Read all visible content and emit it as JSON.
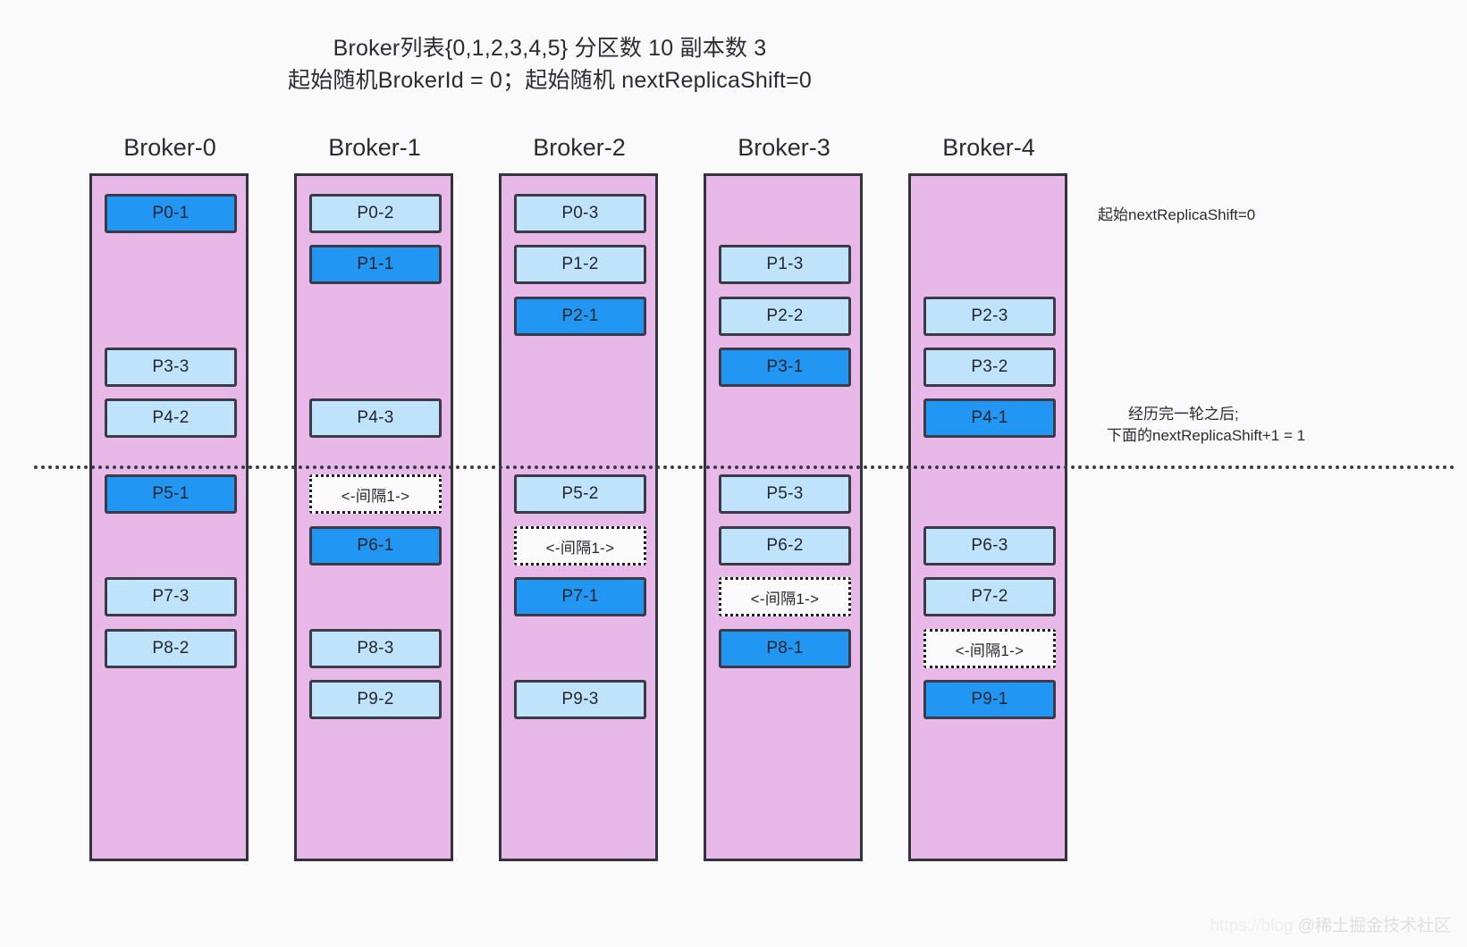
{
  "title": {
    "line1": "Broker列表{0,1,2,3,4,5} 分区数 10 副本数 3",
    "line2": "起始随机BrokerId = 0；起始随机 nextReplicaShift=0"
  },
  "layout": {
    "row_count": 10,
    "divider_after_row": 4,
    "column_left": [
      0,
      229,
      458,
      687,
      916
    ],
    "row_top": [
      20,
      77,
      135,
      192,
      249,
      334,
      392,
      449,
      507,
      564
    ]
  },
  "colors": {
    "leader": "#2196f3",
    "follower": "#bfe3fb",
    "gap": "#fbfbfb",
    "column_background": "#e8b9e8",
    "border": "#3b3b47",
    "page_background": "#fafafa"
  },
  "brokers": [
    {
      "label": "Broker-0",
      "boxes": [
        {
          "row": 0,
          "label": "P0-1",
          "kind": "leader"
        },
        {
          "row": 3,
          "label": "P3-3",
          "kind": "follower"
        },
        {
          "row": 4,
          "label": "P4-2",
          "kind": "follower"
        },
        {
          "row": 5,
          "label": "P5-1",
          "kind": "leader"
        },
        {
          "row": 7,
          "label": "P7-3",
          "kind": "follower"
        },
        {
          "row": 8,
          "label": "P8-2",
          "kind": "follower"
        }
      ]
    },
    {
      "label": "Broker-1",
      "boxes": [
        {
          "row": 0,
          "label": "P0-2",
          "kind": "follower"
        },
        {
          "row": 1,
          "label": "P1-1",
          "kind": "leader"
        },
        {
          "row": 4,
          "label": "P4-3",
          "kind": "follower"
        },
        {
          "row": 5,
          "label": "<-间隔1->",
          "kind": "gap"
        },
        {
          "row": 6,
          "label": "P6-1",
          "kind": "leader"
        },
        {
          "row": 8,
          "label": "P8-3",
          "kind": "follower"
        },
        {
          "row": 9,
          "label": "P9-2",
          "kind": "follower"
        }
      ]
    },
    {
      "label": "Broker-2",
      "boxes": [
        {
          "row": 0,
          "label": "P0-3",
          "kind": "follower"
        },
        {
          "row": 1,
          "label": "P1-2",
          "kind": "follower"
        },
        {
          "row": 2,
          "label": "P2-1",
          "kind": "leader"
        },
        {
          "row": 5,
          "label": "P5-2",
          "kind": "follower"
        },
        {
          "row": 6,
          "label": "<-间隔1->",
          "kind": "gap"
        },
        {
          "row": 7,
          "label": "P7-1",
          "kind": "leader"
        },
        {
          "row": 9,
          "label": "P9-3",
          "kind": "follower"
        }
      ]
    },
    {
      "label": "Broker-3",
      "boxes": [
        {
          "row": 1,
          "label": "P1-3",
          "kind": "follower"
        },
        {
          "row": 2,
          "label": "P2-2",
          "kind": "follower"
        },
        {
          "row": 3,
          "label": "P3-1",
          "kind": "leader"
        },
        {
          "row": 5,
          "label": "P5-3",
          "kind": "follower"
        },
        {
          "row": 6,
          "label": "P6-2",
          "kind": "follower"
        },
        {
          "row": 7,
          "label": "<-间隔1->",
          "kind": "gap"
        },
        {
          "row": 8,
          "label": "P8-1",
          "kind": "leader"
        }
      ]
    },
    {
      "label": "Broker-4",
      "boxes": [
        {
          "row": 2,
          "label": "P2-3",
          "kind": "follower"
        },
        {
          "row": 3,
          "label": "P3-2",
          "kind": "follower"
        },
        {
          "row": 4,
          "label": "P4-1",
          "kind": "leader"
        },
        {
          "row": 6,
          "label": "P6-3",
          "kind": "follower"
        },
        {
          "row": 7,
          "label": "P7-2",
          "kind": "follower"
        },
        {
          "row": 8,
          "label": "<-间隔1->",
          "kind": "gap"
        },
        {
          "row": 9,
          "label": "P9-1",
          "kind": "leader"
        }
      ]
    }
  ],
  "annotations": {
    "start": "起始nextReplicaShift=0",
    "round_line1": "经历完一轮之后;",
    "round_line2": "下面的nextReplicaShift+1 = 1"
  },
  "watermark": {
    "url": "https://blog",
    "handle": "@稀土掘金技术社区"
  }
}
